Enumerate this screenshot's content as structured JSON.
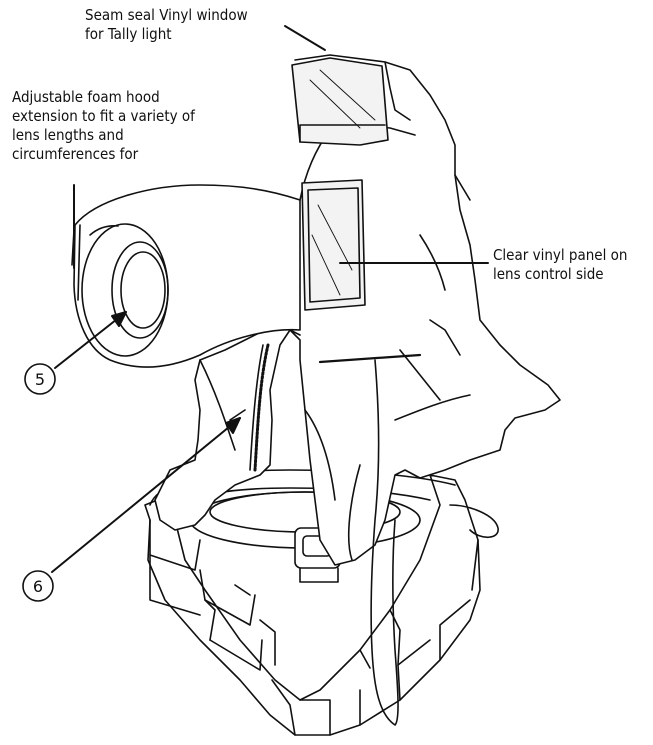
{
  "callouts": {
    "tally_window": {
      "lines": [
        "Seam seal Vinyl window",
        "for Tally light"
      ]
    },
    "foam_hood": {
      "lines": [
        "Adjustable foam hood",
        "extension to fit a variety of",
        "lens lengths and",
        "circumferences for"
      ]
    },
    "vinyl_panel": {
      "lines": [
        "Clear vinyl panel on",
        "lens control side"
      ]
    }
  },
  "markers": [
    {
      "id": "5",
      "label": "5"
    },
    {
      "id": "6",
      "label": "6"
    }
  ],
  "colors": {
    "ink": "#111111",
    "paper": "#ffffff",
    "vinyl": "#f3f3f3"
  }
}
